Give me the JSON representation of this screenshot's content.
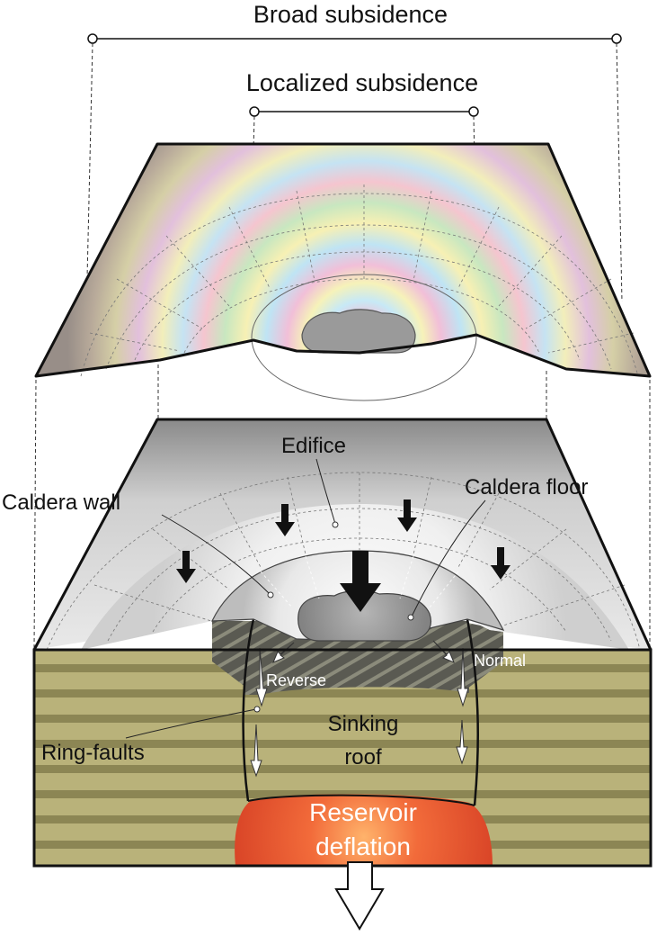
{
  "labels": {
    "broad_subsidence": "Broad subsidence",
    "localized_subsidence": "Localized subsidence",
    "edifice": "Edifice",
    "caldera_wall": "Caldera wall",
    "caldera_floor": "Caldera floor",
    "reverse": "Reverse",
    "normal": "Normal",
    "ring_faults": "Ring-faults",
    "sinking_roof_line1": "Sinking",
    "sinking_roof_line2": "roof",
    "reservoir_line1": "Reservoir",
    "reservoir_line2": "deflation"
  },
  "colors": {
    "strata_light": "#b9b27a",
    "strata_dark": "#8c8654",
    "reservoir": "#e84a2a",
    "surface_gray": "#cfcfcf",
    "caldera_floor": "#9a9a9a"
  }
}
